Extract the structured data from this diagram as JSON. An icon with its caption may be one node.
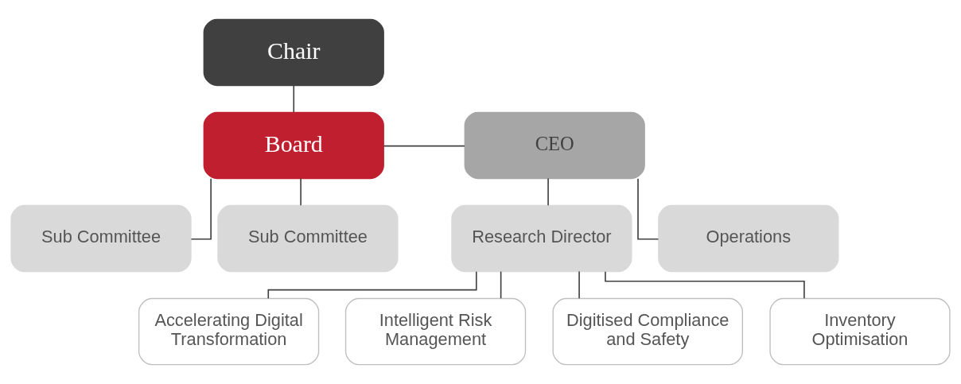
{
  "diagram": {
    "nodes": [
      {
        "text": [
          "Chair"
        ]
      },
      {
        "text": [
          "Board"
        ]
      },
      {
        "text": [
          "CEO"
        ]
      },
      {
        "text": [
          "Sub Committee"
        ]
      },
      {
        "text": [
          "Sub Committee"
        ]
      },
      {
        "text": [
          "Research Director"
        ]
      },
      {
        "text": [
          "Operations"
        ]
      },
      {
        "text": [
          "Accelerating Digital Transformation"
        ]
      },
      {
        "text": [
          "Intelligent Risk Management"
        ]
      },
      {
        "text": [
          "Digitised Compliance and Safety"
        ]
      },
      {
        "text": [
          "Inventory Optimisation"
        ]
      }
    ],
    "edges": [
      {
        "from": 0,
        "to": 1,
        "arrow": "none"
      },
      {
        "from": 1,
        "to": 2,
        "arrow": "none"
      },
      {
        "from": 1,
        "to": 3,
        "arrow": "none"
      },
      {
        "from": 1,
        "to": 4,
        "arrow": "none"
      },
      {
        "from": 2,
        "to": 5,
        "arrow": "none"
      },
      {
        "from": 2,
        "to": 6,
        "arrow": "none"
      },
      {
        "from": 5,
        "to": 7,
        "arrow": "none"
      },
      {
        "from": 5,
        "to": 8,
        "arrow": "none"
      },
      {
        "from": 5,
        "to": 9,
        "arrow": "none"
      },
      {
        "from": 5,
        "to": 10,
        "arrow": "none"
      }
    ]
  }
}
